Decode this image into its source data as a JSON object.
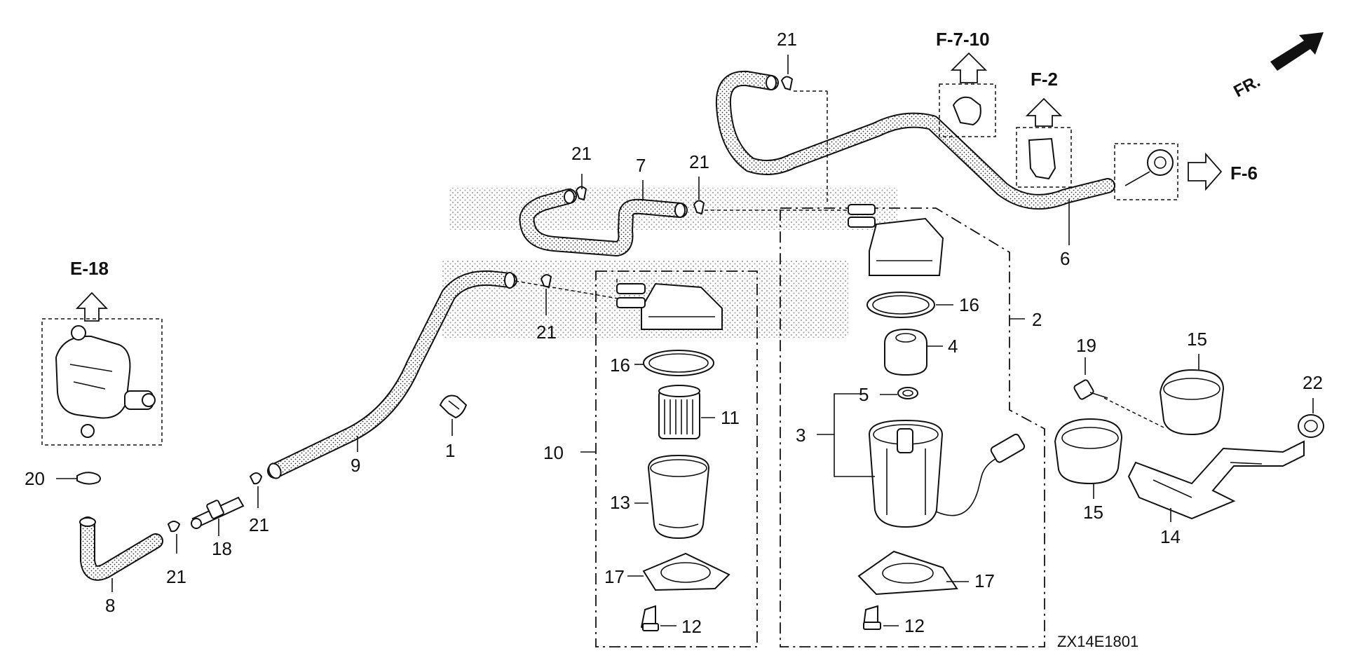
{
  "diagram": {
    "drawing_code": "ZX14E1801",
    "front_indicator": "FR.",
    "references": {
      "e18": "E-18",
      "f710": "F-7-10",
      "f2": "F-2",
      "f6": "F-6"
    },
    "callouts": {
      "c1": "1",
      "c2": "2",
      "c3": "3",
      "c4": "4",
      "c5": "5",
      "c6": "6",
      "c7": "7",
      "c8": "8",
      "c9": "9",
      "c10": "10",
      "c11": "11",
      "c12a": "12",
      "c12b": "12",
      "c13": "13",
      "c14": "14",
      "c15a": "15",
      "c15b": "15",
      "c16a": "16",
      "c16b": "16",
      "c17a": "17",
      "c17b": "17",
      "c18": "18",
      "c19": "19",
      "c20": "20",
      "c21a": "21",
      "c21b": "21",
      "c21c": "21",
      "c21d": "21",
      "c21e": "21",
      "c21f": "21",
      "c22": "22"
    }
  }
}
